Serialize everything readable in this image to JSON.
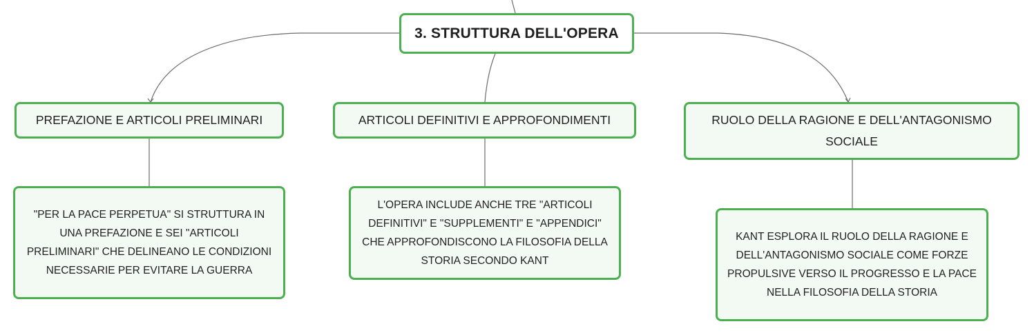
{
  "root": {
    "label": "3. STRUTTURA DELL'OPERA"
  },
  "branches": [
    {
      "title": "PREFAZIONE E ARTICOLI PRELIMINARI",
      "detail": "\"PER LA PACE PERPETUA\" SI STRUTTURA IN UNA PREFAZIONE E SEI \"ARTICOLI PRELIMINARI\" CHE DELINEANO LE CONDIZIONI NECESSARIE PER EVITARE LA GUERRA"
    },
    {
      "title": "ARTICOLI DEFINITIVI E APPROFONDIMENTI",
      "detail": "L'OPERA INCLUDE ANCHE TRE \"ARTICOLI DEFINITIVI\" E \"SUPPLEMENTI\" E \"APPENDICI\" CHE APPROFONDISCONO LA FILOSOFIA DELLA STORIA SECONDO KANT"
    },
    {
      "title": "RUOLO DELLA RAGIONE E DELL'ANTAGONISMO SOCIALE",
      "detail": "KANT ESPLORA IL RUOLO DELLA RAGIONE E DELL'ANTAGONISMO SOCIALE COME FORZE PROPULSIVE VERSO IL PROGRESSO E LA PACE NELLA FILOSOFIA DELLA STORIA"
    }
  ]
}
